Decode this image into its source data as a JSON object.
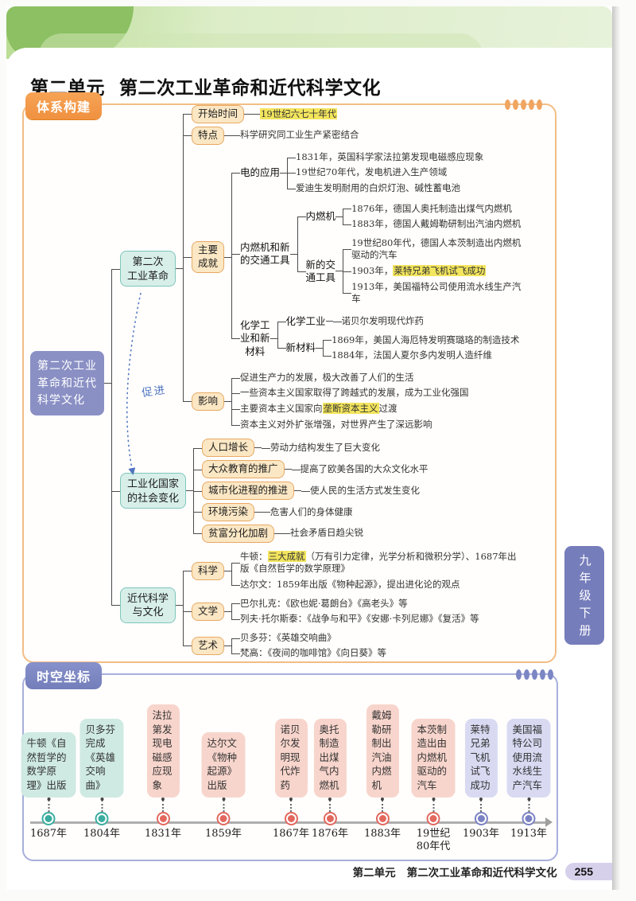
{
  "page": {
    "title_unit": "第二单元",
    "title_rest": "第二次工业革命和近代科学文化",
    "side_tab": "九年级下册"
  },
  "footer": {
    "unit": "第二单元",
    "title": "第二次工业革命和近代科学文化",
    "page_number": "255"
  },
  "sections": {
    "mindmap": {
      "badge": "体系构建",
      "border_color": "#f2bd85",
      "badge_color": "#f0954a"
    },
    "timeline": {
      "badge": "时空坐标",
      "border_color": "#a7afdc",
      "badge_color": "#7b86c4"
    }
  },
  "mindmap": {
    "promote_label": "促进",
    "highlight_color": "#f3e55d",
    "tree": {
      "type": "root",
      "label": "第二次工业\n革命和近代\n科学文化",
      "children": [
        {
          "type": "branch",
          "label": "第二次\n工业革命",
          "children": [
            {
              "type": "topic",
              "label": "开始时间",
              "children": [
                {
                  "type": "text",
                  "parts": [
                    {
                      "t": "19世纪六七十年代",
                      "hl": true
                    }
                  ]
                }
              ]
            },
            {
              "type": "topic",
              "label": "特点",
              "children": [
                {
                  "type": "text",
                  "parts": [
                    {
                      "t": "科学研究同工业生产紧密结合"
                    }
                  ]
                }
              ]
            },
            {
              "type": "topic",
              "label": "主要\n成就",
              "children": [
                {
                  "type": "label",
                  "label": "电的应用",
                  "children": [
                    {
                      "type": "text",
                      "parts": [
                        {
                          "t": "1831年，英国科学家法拉第发现电磁感应现象"
                        }
                      ]
                    },
                    {
                      "type": "text",
                      "parts": [
                        {
                          "t": "19世纪70年代，发电机进入生产领域"
                        }
                      ]
                    },
                    {
                      "type": "text",
                      "parts": [
                        {
                          "t": "爱迪生发明耐用的白炽灯泡、碱性蓄电池"
                        }
                      ]
                    }
                  ]
                },
                {
                  "type": "label",
                  "label": "内燃机和新\n的交通工具",
                  "children": [
                    {
                      "type": "label",
                      "label": "内燃机",
                      "children": [
                        {
                          "type": "text",
                          "parts": [
                            {
                              "t": "1876年，德国人奥托制造出煤气内燃机"
                            }
                          ]
                        },
                        {
                          "type": "text",
                          "parts": [
                            {
                              "t": "1883年，德国人戴姆勒研制出汽油内燃机"
                            }
                          ]
                        }
                      ]
                    },
                    {
                      "type": "label",
                      "label": "新的交\n通工具",
                      "children": [
                        {
                          "type": "text",
                          "maxw": 218,
                          "parts": [
                            {
                              "t": "19世纪80年代，德国人本茨制造出内燃机驱动的汽车"
                            }
                          ]
                        },
                        {
                          "type": "text",
                          "parts": [
                            {
                              "t": "1903年，"
                            },
                            {
                              "t": "莱特兄弟飞机试飞成功",
                              "hl": true
                            }
                          ]
                        },
                        {
                          "type": "text",
                          "maxw": 214,
                          "parts": [
                            {
                              "t": "1913年，美国福特公司使用流水线生产汽车"
                            }
                          ]
                        }
                      ]
                    }
                  ]
                },
                {
                  "type": "label",
                  "label": "化学工\n业和新\n材料",
                  "children": [
                    {
                      "type": "label",
                      "label": "化学工业",
                      "children": [
                        {
                          "type": "text",
                          "parts": [
                            {
                              "t": "诺贝尔发明现代炸药"
                            }
                          ]
                        }
                      ]
                    },
                    {
                      "type": "label",
                      "label": "新材料",
                      "children": [
                        {
                          "type": "text",
                          "parts": [
                            {
                              "t": "1869年，美国人海厄特发明赛璐珞的制造技术"
                            }
                          ]
                        },
                        {
                          "type": "text",
                          "parts": [
                            {
                              "t": "1884年，法国人夏尔多内发明人造纤维"
                            }
                          ]
                        }
                      ]
                    }
                  ]
                }
              ]
            },
            {
              "type": "topic",
              "label": "影响",
              "children": [
                {
                  "type": "text",
                  "parts": [
                    {
                      "t": "促进生产力的发展，极大改善了人们的生活"
                    }
                  ]
                },
                {
                  "type": "text",
                  "parts": [
                    {
                      "t": "一些资本主义国家取得了跨越式的发展，成为工业化强国"
                    }
                  ]
                },
                {
                  "type": "text",
                  "parts": [
                    {
                      "t": "主要资本主义国家向"
                    },
                    {
                      "t": "垄断资本主义",
                      "hl": true
                    },
                    {
                      "t": "过渡"
                    }
                  ]
                },
                {
                  "type": "text",
                  "parts": [
                    {
                      "t": "资本主义对外扩张增强，对世界产生了深远影响"
                    }
                  ]
                }
              ]
            }
          ]
        },
        {
          "type": "branch",
          "label": "工业化国家\n的社会变化",
          "children": [
            {
              "type": "topic",
              "label": "人口增长",
              "children": [
                {
                  "type": "text",
                  "parts": [
                    {
                      "t": "劳动力结构发生了巨大变化"
                    }
                  ]
                }
              ]
            },
            {
              "type": "topic",
              "label": "大众教育的推广",
              "children": [
                {
                  "type": "text",
                  "parts": [
                    {
                      "t": "提高了欧美各国的大众文化水平"
                    }
                  ]
                }
              ]
            },
            {
              "type": "topic",
              "label": "城市化进程的推进",
              "children": [
                {
                  "type": "text",
                  "parts": [
                    {
                      "t": "使人民的生活方式发生变化"
                    }
                  ]
                }
              ]
            },
            {
              "type": "topic",
              "label": "环境污染",
              "children": [
                {
                  "type": "text",
                  "parts": [
                    {
                      "t": "危害人们的身体健康"
                    }
                  ]
                }
              ]
            },
            {
              "type": "topic",
              "label": "贫富分化加剧",
              "children": [
                {
                  "type": "text",
                  "parts": [
                    {
                      "t": "社会矛盾日趋尖锐"
                    }
                  ]
                }
              ]
            }
          ]
        },
        {
          "type": "branch",
          "label": "近代科学\n与文化",
          "children": [
            {
              "type": "topic",
              "label": "科学",
              "children": [
                {
                  "type": "text",
                  "maxw": 352,
                  "parts": [
                    {
                      "t": "牛顿："
                    },
                    {
                      "t": "三大成就",
                      "hl": true
                    },
                    {
                      "t": "（万有引力定律，光学分析和微积分学）、1687年出版《自然哲学的数学原理》"
                    }
                  ]
                },
                {
                  "type": "text",
                  "parts": [
                    {
                      "t": "达尔文：1859年出版《物种起源》，提出进化论的观点"
                    }
                  ]
                }
              ]
            },
            {
              "type": "topic",
              "label": "文学",
              "children": [
                {
                  "type": "text",
                  "parts": [
                    {
                      "t": "巴尔扎克：《欧也妮·葛朗台》《高老头》等"
                    }
                  ]
                },
                {
                  "type": "text",
                  "parts": [
                    {
                      "t": "列夫·托尔斯泰：《战争与和平》《安娜·卡列尼娜》《复活》等"
                    }
                  ]
                }
              ]
            },
            {
              "type": "topic",
              "label": "艺术",
              "children": [
                {
                  "type": "text",
                  "parts": [
                    {
                      "t": "贝多芬：《英雄交响曲》"
                    }
                  ]
                },
                {
                  "type": "text",
                  "parts": [
                    {
                      "t": "梵高：《夜间的咖啡馆》《向日葵》等"
                    }
                  ]
                }
              ]
            }
          ]
        }
      ]
    }
  },
  "timeline": {
    "events": [
      {
        "year": "1687年",
        "desc": "牛顿《自然哲学的数学原理》出版",
        "color": "teal",
        "w": 4
      },
      {
        "year": "1804年",
        "desc": "贝多芬完成《英雄交响曲》",
        "color": "teal",
        "w": 3
      },
      {
        "year": "1831年",
        "desc": "法拉第发现电磁感应现象",
        "color": "pink",
        "w": 2
      },
      {
        "year": "1859年",
        "desc": "达尔文《物种起源》出版",
        "color": "pink",
        "w": 3
      },
      {
        "year": "1867年",
        "desc": "诺贝尔发明现代炸药",
        "color": "pink",
        "w": 2
      },
      {
        "year": "1876年",
        "desc": "奥托制造出煤气内燃机",
        "color": "pink",
        "w": 2
      },
      {
        "year": "1883年",
        "desc": "戴姆勒研制出汽油内燃机",
        "color": "pink",
        "w": 2
      },
      {
        "year": "19世纪\n80年代",
        "desc": "本茨制造出由内燃机驱动的汽车",
        "color": "pink",
        "w": 3
      },
      {
        "year": "1903年",
        "desc": "莱特兄弟飞机试飞成功",
        "color": "purple",
        "w": 2
      },
      {
        "year": "1913年",
        "desc": "美国福特公司使用流水线生产汽车",
        "color": "purple",
        "w": 3
      }
    ]
  }
}
